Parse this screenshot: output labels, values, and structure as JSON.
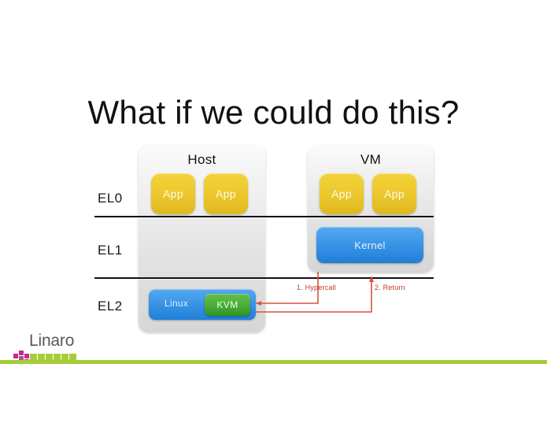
{
  "slide": {
    "title": "What if we could do this?"
  },
  "diagram": {
    "exception_levels": [
      {
        "id": "el0",
        "label": "EL0"
      },
      {
        "id": "el1",
        "label": "EL1"
      },
      {
        "id": "el2",
        "label": "EL2"
      }
    ],
    "zones": [
      {
        "id": "host",
        "title": "Host"
      },
      {
        "id": "vm",
        "title": "VM"
      }
    ],
    "host": {
      "apps": [
        {
          "label": "App"
        },
        {
          "label": "App"
        }
      ],
      "el2_stack": {
        "linux_label": "Linux",
        "kvm_label": "KVM"
      }
    },
    "vm": {
      "apps": [
        {
          "label": "App"
        },
        {
          "label": "App"
        }
      ],
      "kernel_label": "Kernel"
    },
    "flows": [
      {
        "id": "hypercall",
        "label": "1. Hypercall"
      },
      {
        "id": "return",
        "label": "2. Return"
      }
    ],
    "colors": {
      "app_tile": "#edc92f",
      "kernel_tile": "#3d97e8",
      "linux_tile": "#3d97e8",
      "kvm_tile": "#4fb03a",
      "zone_background": "#e2e2e2",
      "divider": "#111111",
      "flow_arrow": "#d9513c",
      "flow_caption": "#c0392b"
    }
  },
  "footer": {
    "logo": {
      "wordmark": "Linaro",
      "accent_color": "#a5cd39",
      "magenta_color": "#c9268e",
      "wordmark_color": "#58595b"
    },
    "rule_color": "#a5cd39"
  }
}
